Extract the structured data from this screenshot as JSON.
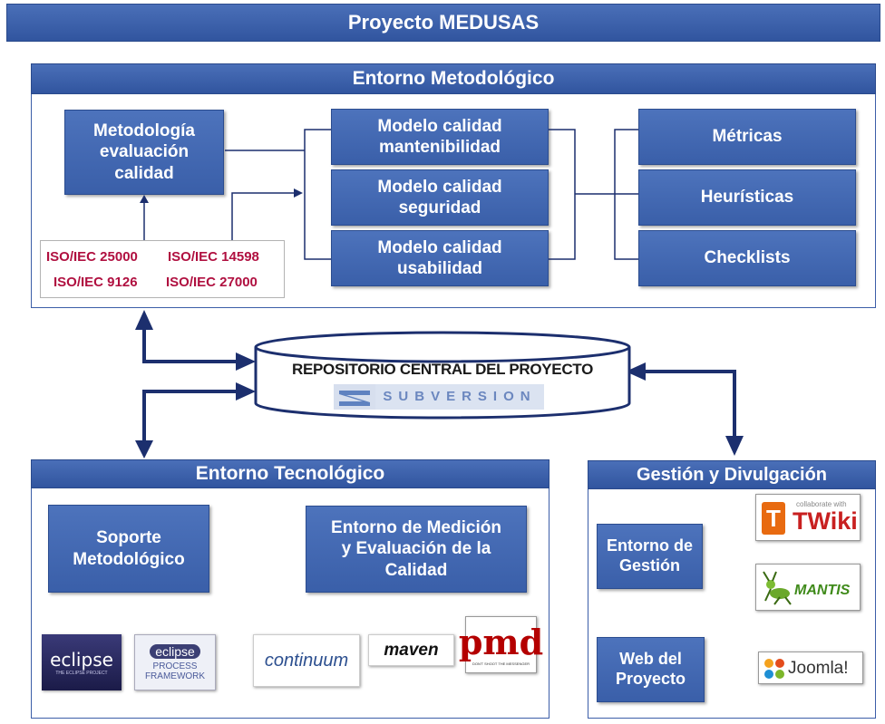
{
  "title": "Proyecto MEDUSAS",
  "metodologico": {
    "title": "Entorno Metodológico",
    "metodologia": "Metodología\nevaluación\ncalidad",
    "modelos": [
      "Modelo calidad\nmantenibilidad",
      "Modelo calidad\nseguridad",
      "Modelo calidad\nusabilidad"
    ],
    "artefactos": [
      "Métricas",
      "Heurísticas",
      "Checklists"
    ],
    "normas": [
      "ISO/IEC 25000",
      "ISO/IEC 14598",
      "ISO/IEC 9126",
      "ISO/IEC 27000"
    ]
  },
  "repositorio": {
    "label": "REPOSITORIO CENTRAL DEL PROYECTO",
    "logo_text": "SUBVERSION"
  },
  "tecnologico": {
    "title": "Entorno Tecnológico",
    "soporte": "Soporte\nMetodológico",
    "medicion": "Entorno de Medición\ny Evaluación de la\nCalidad",
    "logos": {
      "eclipse": "eclipse",
      "eclipse_sub": "THE ECLIPSE PROJECT",
      "epf_top": "eclipse",
      "epf_l1": "PROCESS",
      "epf_l2": "FRAMEWORK",
      "continuum": "continuum",
      "maven": "maven",
      "pmd": "pmd",
      "pmd_sub": "DON'T SHOOT THE MESSENGER"
    }
  },
  "gestion": {
    "title": "Gestión y Divulgación",
    "entorno": "Entorno de\nGestión",
    "web": "Web del\nProyecto",
    "logos": {
      "twiki_small": "collaborate with",
      "twiki": "TWiki",
      "twiki_mark": "T",
      "mantis": "MANTIS",
      "joomla": "Joomla!"
    }
  },
  "colors": {
    "box": "#3f64ae",
    "line": "#1c2f6e",
    "iso_text": "#b01040"
  }
}
